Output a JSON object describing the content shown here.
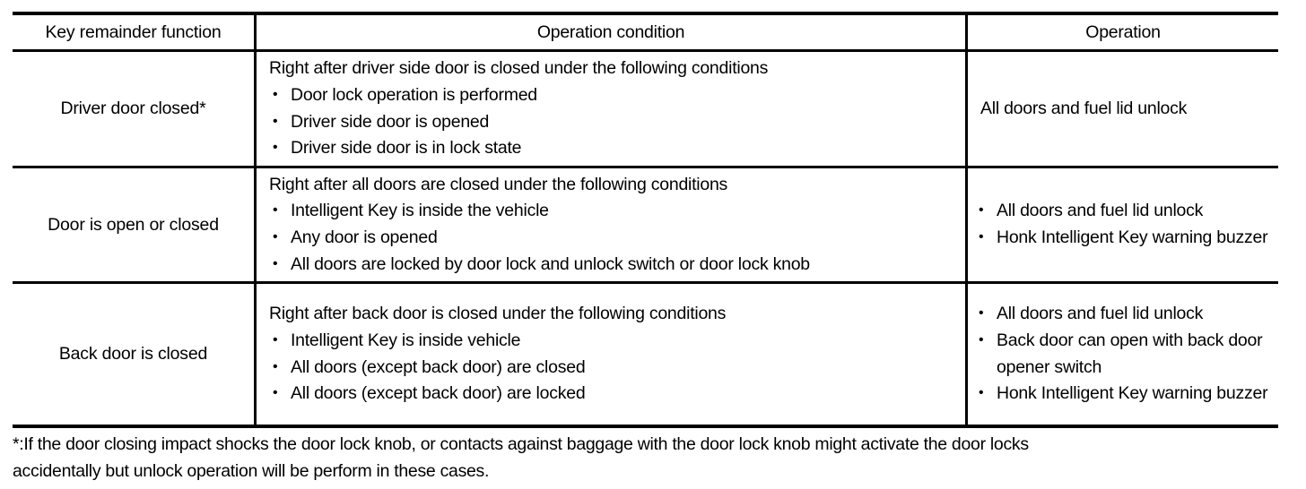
{
  "table": {
    "headers": [
      "Key remainder function",
      "Operation condition",
      "Operation"
    ],
    "rows": [
      {
        "function": "Driver door closed*",
        "condition_lead": "Right after driver side door is closed under the following conditions",
        "condition_bullets": [
          "Door lock operation is performed",
          "Driver side door is opened",
          "Driver side door is in lock state"
        ],
        "operation_lead": "All doors and fuel lid unlock",
        "operation_bullets": []
      },
      {
        "function": "Door is open or closed",
        "condition_lead": "Right after all doors are closed under the following conditions",
        "condition_bullets": [
          "Intelligent Key is inside the vehicle",
          "Any door is opened",
          "All doors are locked by door lock and unlock switch or door lock knob"
        ],
        "operation_lead": "",
        "operation_bullets": [
          "All doors and fuel lid unlock",
          "Honk Intelligent Key warning buzzer"
        ]
      },
      {
        "function": "Back door is closed",
        "condition_lead": "Right after back door is closed under the following conditions",
        "condition_bullets": [
          "Intelligent Key is inside vehicle",
          "All doors (except back door) are closed",
          "All doors (except back door) are locked"
        ],
        "operation_lead": "",
        "operation_bullets": [
          "All doors and fuel lid unlock",
          "Back door can open with back door opener switch",
          "Honk Intelligent Key warning buzzer"
        ]
      }
    ]
  },
  "footnote": {
    "line1": "*:If the door closing impact shocks the door lock knob, or contacts against baggage with the door lock knob might activate the door locks",
    "line2": "accidentally but unlock operation will be perform in these cases."
  },
  "colors": {
    "text": "#000000",
    "background": "#ffffff",
    "rule": "#000000"
  }
}
